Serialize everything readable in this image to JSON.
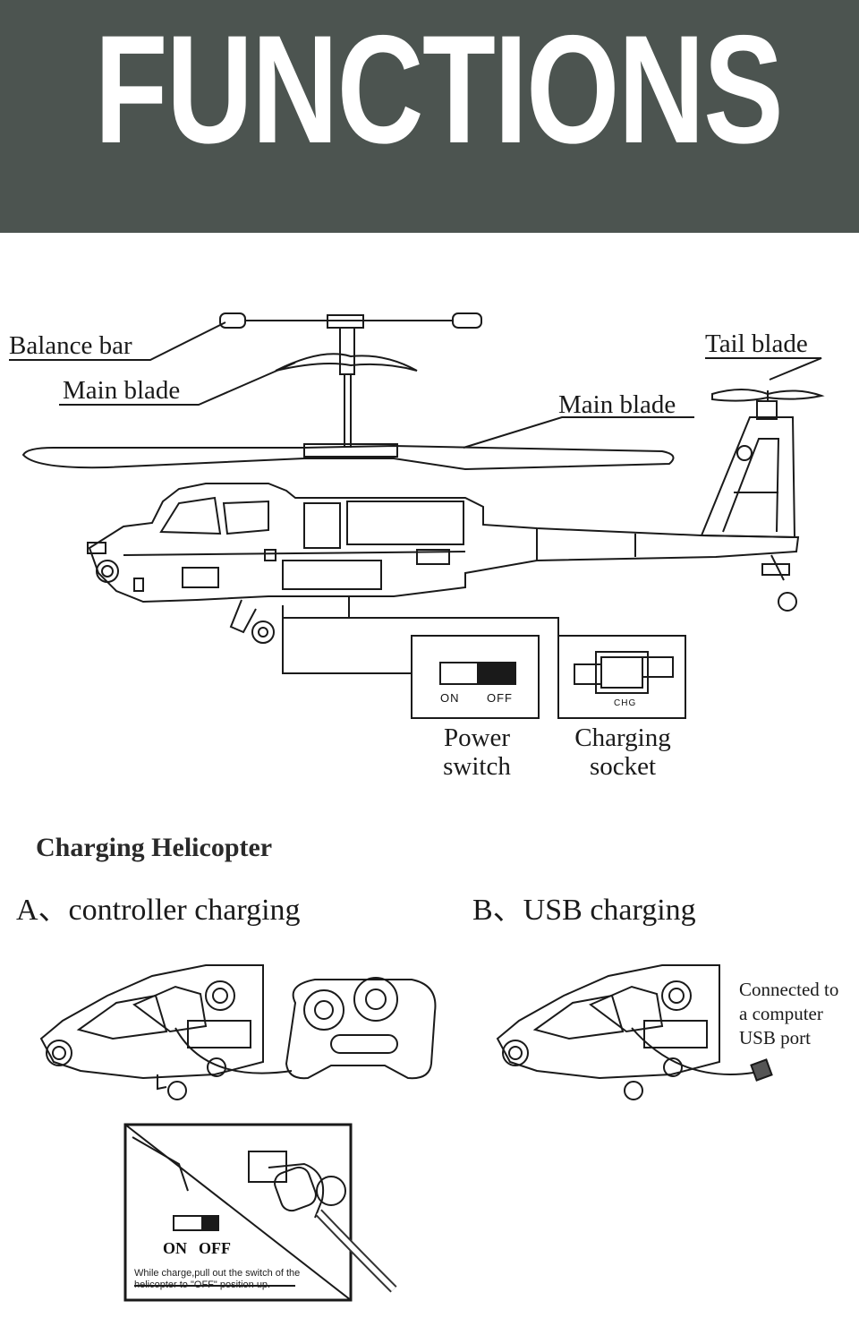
{
  "banner": {
    "title": "FUNCTIONS"
  },
  "diagram": {
    "labels": {
      "balance_bar": "Balance bar",
      "main_blade_upper": "Main blade",
      "main_blade_lower": "Main blade",
      "tail_blade": "Tail blade",
      "power_switch_line1": "Power",
      "power_switch_line2": "switch",
      "charging_socket_line1": "Charging",
      "charging_socket_line2": "socket"
    },
    "switch": {
      "on": "ON",
      "off": "OFF"
    },
    "socket": {
      "chg": "CHG"
    }
  },
  "charging": {
    "title": "Charging Helicopter",
    "method_a": "A、controller charging",
    "method_b": "B、USB charging",
    "usb_note": [
      "Connected to",
      "a computer",
      "USB port"
    ],
    "inset": {
      "on": "ON",
      "off": "OFF",
      "note": "While charge,pull out the switch of the helicopter to \"OFF\" position up."
    }
  },
  "colors": {
    "banner_bg": "#4c5450",
    "banner_text": "#ffffff",
    "line_art": "#1a1a1a"
  }
}
